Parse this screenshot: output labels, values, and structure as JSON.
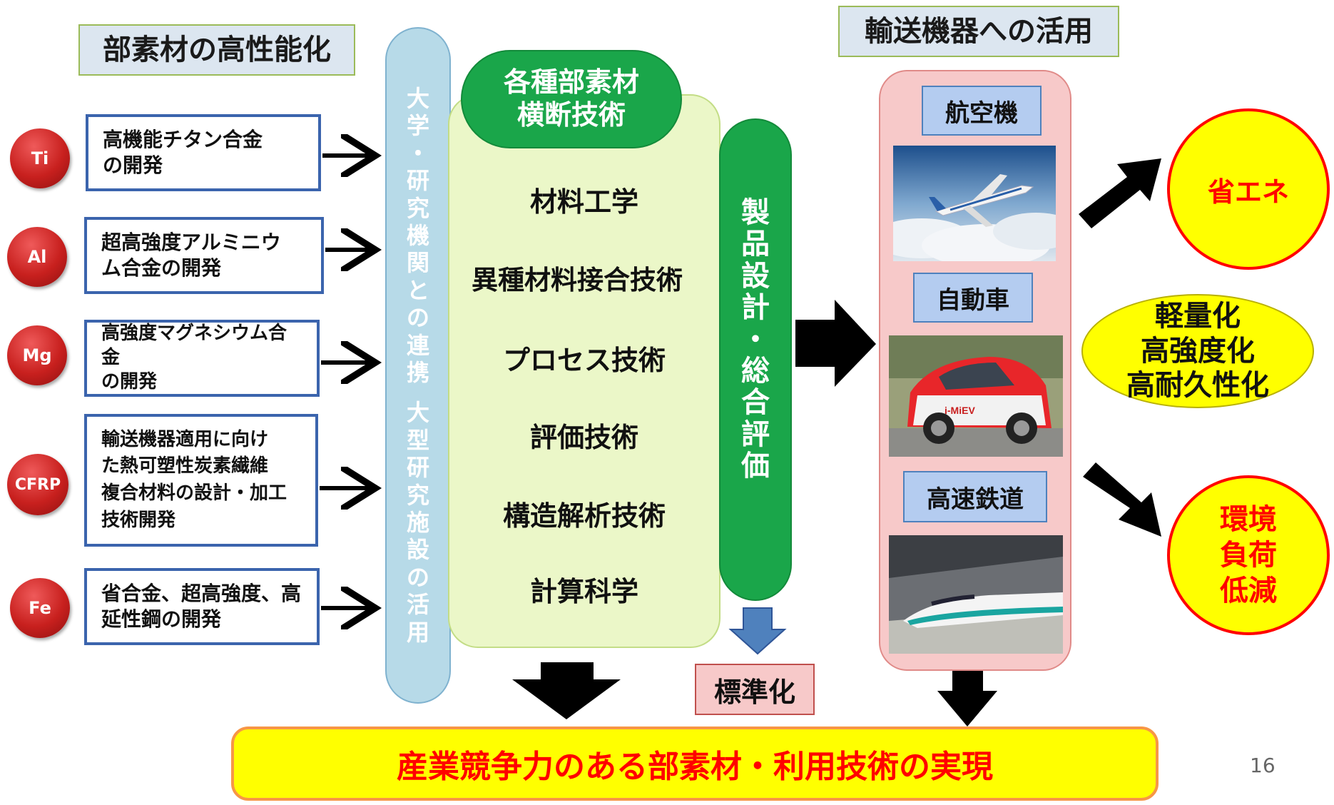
{
  "left_header": "部素材の高性能化",
  "right_header": "輸送機器への活用",
  "materials": [
    {
      "symbol": "Ti",
      "lines": [
        "高機能チタン合金",
        "の開発"
      ]
    },
    {
      "symbol": "Al",
      "lines": [
        "超高強度アルミニウ",
        "ム合金の開発"
      ]
    },
    {
      "symbol": "Mg",
      "lines": [
        "高強度マグネシウム合金",
        "の開発"
      ]
    },
    {
      "symbol": "CFRP",
      "lines": [
        "輸送機器適用に向け",
        "た熱可塑性炭素繊維",
        "複合材料の設計・加工",
        "技術開発"
      ]
    },
    {
      "symbol": "Fe",
      "lines": [
        "省合金、超高強度、高",
        "延性鋼の開発"
      ]
    }
  ],
  "collab_column": [
    "大",
    "学",
    "・",
    "研",
    "究",
    "機",
    "関",
    "と",
    "の",
    "連",
    "携",
    " ",
    "大",
    "型",
    "研",
    "究",
    "施",
    "設",
    "の",
    "活",
    "用"
  ],
  "cross_tech": {
    "title_lines": [
      "各種部素材",
      "横断技術"
    ],
    "items": [
      "材料工学",
      "異種材料接合技術",
      "プロセス技術",
      "評価技術",
      "構造解析技術",
      "計算科学"
    ]
  },
  "product_column": [
    "製",
    "品",
    "設",
    "計",
    "・",
    "総",
    "合",
    "評",
    "価"
  ],
  "standardization": "標準化",
  "transport": [
    {
      "label": "航空機",
      "image": "airplane"
    },
    {
      "label": "自動車",
      "image": "car"
    },
    {
      "label": "高速鉄道",
      "image": "bullet-train"
    }
  ],
  "car_brand": "i-MiEV",
  "results": {
    "energy": "省エネ",
    "properties": [
      "軽量化",
      "高強度化",
      "高耐久性化"
    ],
    "environment": [
      "環境",
      "負荷",
      "低減"
    ]
  },
  "bottom_banner": "産業競争力のある部素材・利用技術の実現",
  "page_number": "16",
  "colors": {
    "red": "#c8201e",
    "blue_border": "#3b64ad",
    "green": "#1aa64a",
    "light_green": "#ebf7c8",
    "light_blue": "#b7dae8",
    "pink": "#f7c9c9",
    "yellow": "#ffff00",
    "result_red": "#ff0000"
  }
}
